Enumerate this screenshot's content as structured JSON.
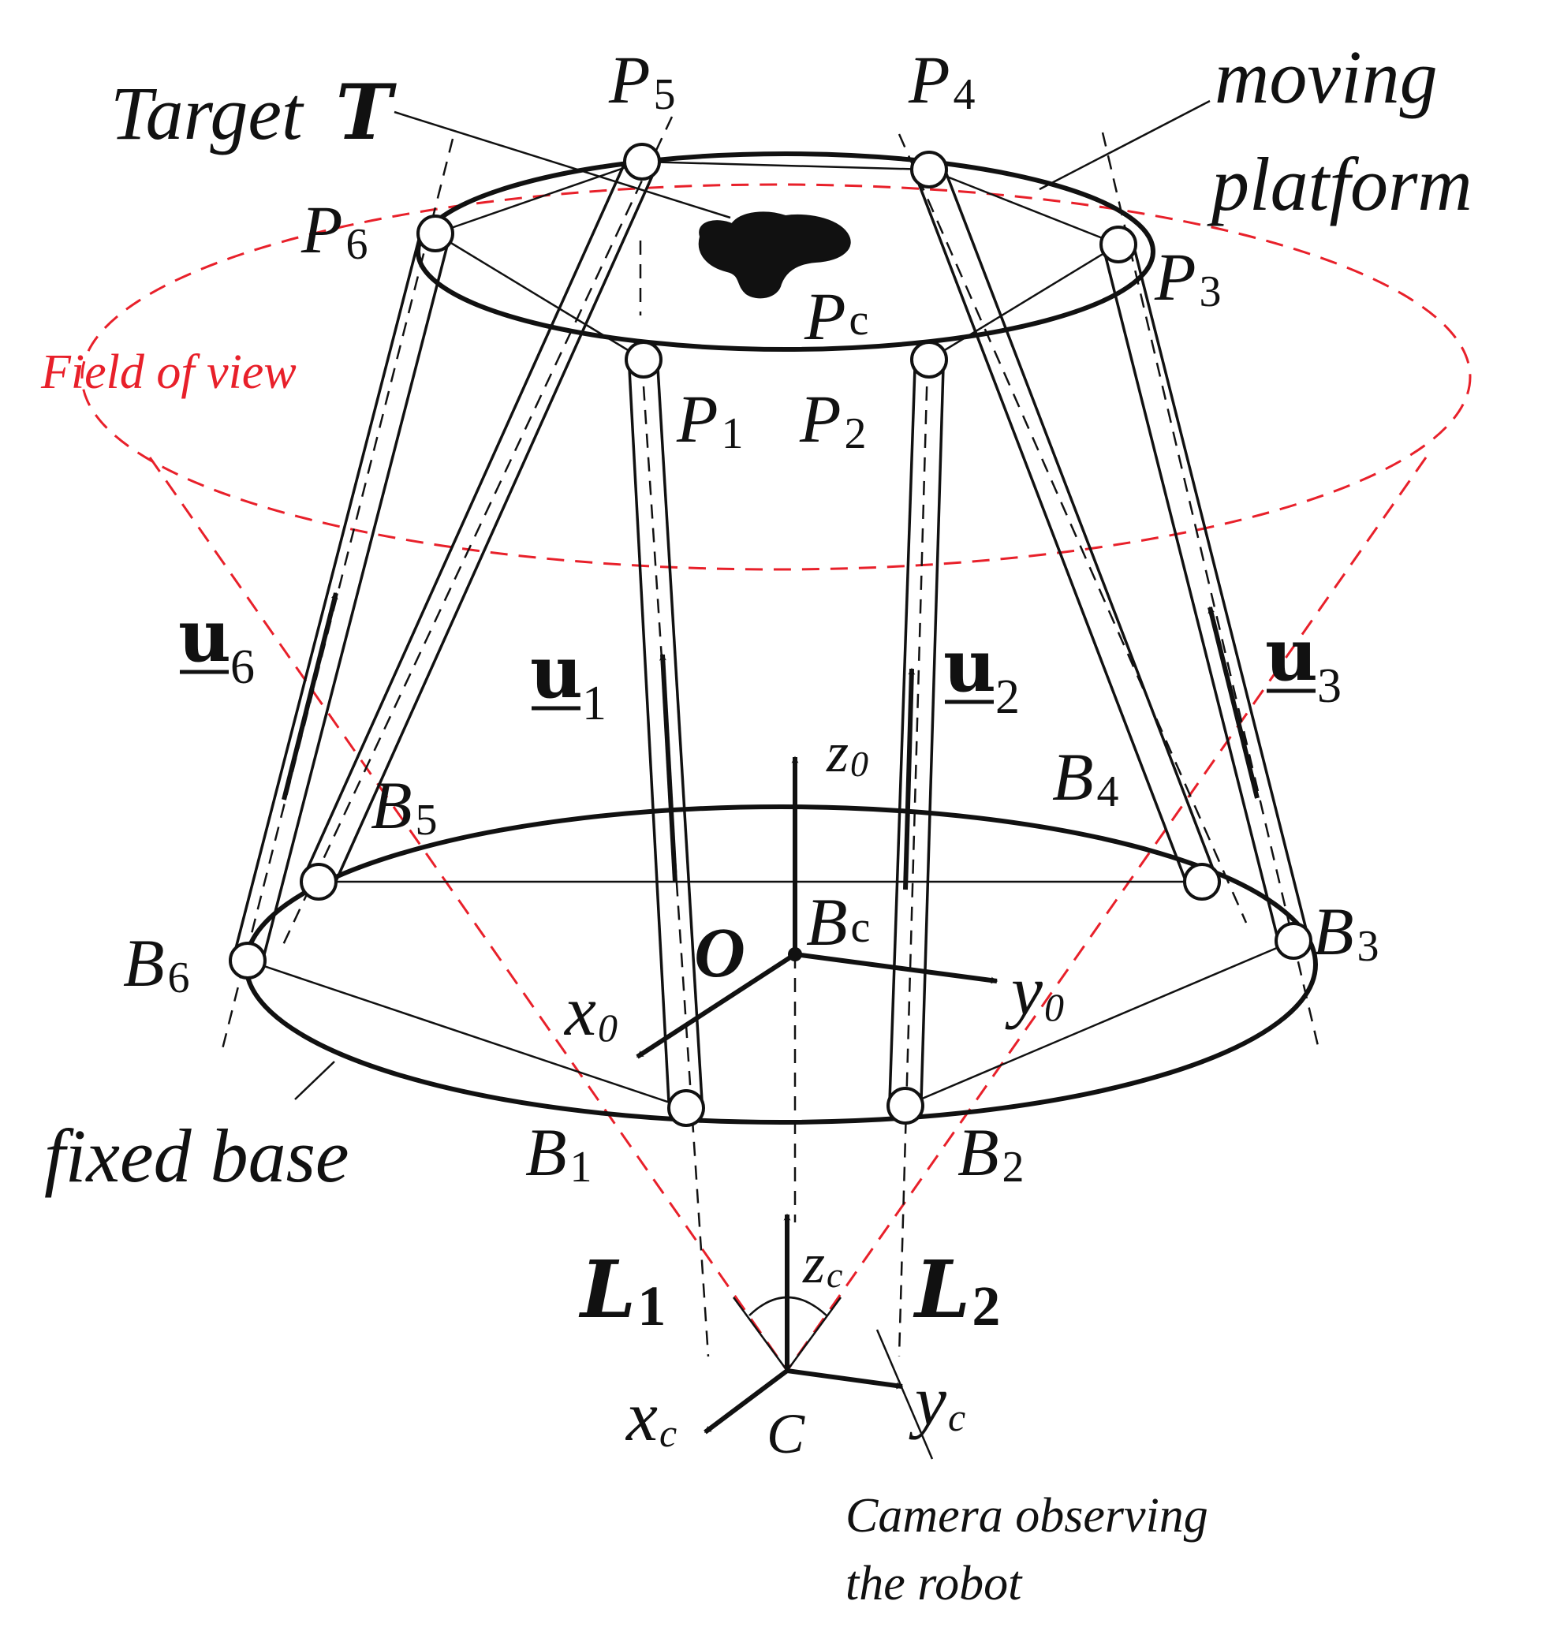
{
  "colors": {
    "ink": "#111111",
    "fov": "#e8202a",
    "background": "#ffffff"
  },
  "labels": {
    "target": "Target",
    "target_symbol": "T",
    "moving_platform_1": "moving",
    "moving_platform_2": "platform",
    "fixed_base": "fixed base",
    "field_of_view": "Field of view",
    "camera_1": "Camera observing",
    "camera_2": "the robot",
    "pc": "P",
    "pc_sub": "c",
    "bc": "B",
    "bc_sub": "c",
    "origin": "O",
    "camera_center": "C"
  },
  "platform_points": [
    {
      "id": "P1",
      "letter": "P",
      "index": "1"
    },
    {
      "id": "P2",
      "letter": "P",
      "index": "2"
    },
    {
      "id": "P3",
      "letter": "P",
      "index": "3"
    },
    {
      "id": "P4",
      "letter": "P",
      "index": "4"
    },
    {
      "id": "P5",
      "letter": "P",
      "index": "5"
    },
    {
      "id": "P6",
      "letter": "P",
      "index": "6"
    }
  ],
  "base_points": [
    {
      "id": "B1",
      "letter": "B",
      "index": "1"
    },
    {
      "id": "B2",
      "letter": "B",
      "index": "2"
    },
    {
      "id": "B3",
      "letter": "B",
      "index": "3"
    },
    {
      "id": "B4",
      "letter": "B",
      "index": "4"
    },
    {
      "id": "B5",
      "letter": "B",
      "index": "5"
    },
    {
      "id": "B6",
      "letter": "B",
      "index": "6"
    }
  ],
  "leg_vectors": [
    {
      "id": "u1",
      "letter": "u",
      "index": "1"
    },
    {
      "id": "u2",
      "letter": "u",
      "index": "2"
    },
    {
      "id": "u3",
      "letter": "u",
      "index": "3"
    },
    {
      "id": "u6",
      "letter": "u",
      "index": "6"
    }
  ],
  "lines": [
    {
      "id": "L1",
      "letter": "L",
      "index": "1"
    },
    {
      "id": "L2",
      "letter": "L",
      "index": "2"
    }
  ],
  "axes": {
    "x0": {
      "letter": "x",
      "index": "0"
    },
    "y0": {
      "letter": "y",
      "index": "0"
    },
    "z0": {
      "letter": "z",
      "index": "0"
    },
    "xc": {
      "letter": "x",
      "index": "c"
    },
    "yc": {
      "letter": "y",
      "index": "c"
    },
    "zc": {
      "letter": "z",
      "index": "c"
    }
  }
}
